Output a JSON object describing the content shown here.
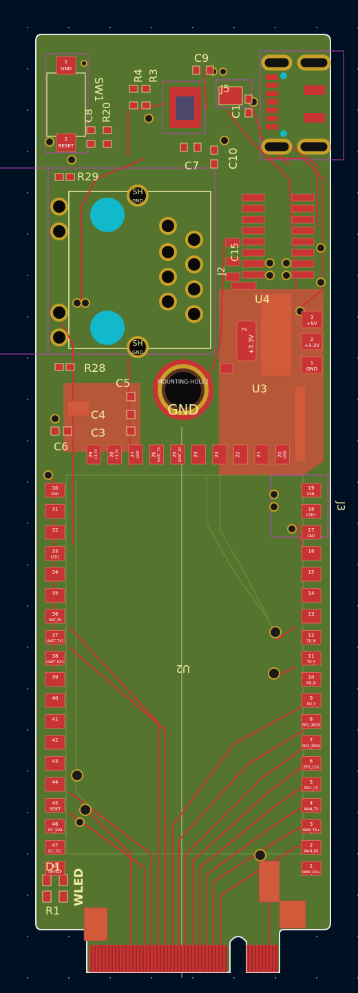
{
  "colors": {
    "background": "#001023",
    "board": "#55752e",
    "copper_fill": "#c8523a",
    "trace": "#c83434",
    "pad": "#c83434",
    "silkscreen": "#f2eda1",
    "via_ring": "#c8a02a",
    "courtyard": "#c040c0",
    "edge": "#e8e8e8",
    "cyan_hole": "#12b8cc"
  },
  "refdes": {
    "sw1": "SW1",
    "c8": "C8",
    "r20": "R20",
    "r4": "R4",
    "r3": "R3",
    "c9": "C9",
    "j5": "J5",
    "c1": "C1",
    "c7": "C7",
    "c10": "C10",
    "r29": "R29",
    "r28": "R28",
    "c5": "C5",
    "c4": "C4",
    "c3": "C3",
    "c6": "C6",
    "u4": "U4",
    "u3": "U3",
    "j2": "J2",
    "c15": "C15",
    "u2": "U2",
    "j3": "J3",
    "d1": "D1",
    "r1": "R1",
    "wled": "WLED",
    "mounting_hole_label": "MOUNTING-HOLE2",
    "mounting_hole_net": "GND",
    "sh_top": "SH",
    "sh_bottom": "SH",
    "gnd_small": "GND"
  },
  "sw1_pads": [
    {
      "num": "1",
      "net": "GND"
    },
    {
      "num": "2",
      "net": "RESET"
    }
  ],
  "power_pads": [
    {
      "num": "3",
      "net": "+5V"
    },
    {
      "num": "2",
      "net": "+3.3V"
    },
    {
      "num": "1",
      "net": "GND"
    }
  ],
  "u3_big_pad": {
    "num": "2",
    "net": "+3.3V"
  },
  "top_row_pads": [
    {
      "num": "29",
      "net": "+3.3V"
    },
    {
      "num": "28",
      "net": "+3.3V"
    },
    {
      "num": "27",
      "net": "GND"
    },
    {
      "num": "26",
      "net": "UART_TX"
    },
    {
      "num": "25",
      "net": "UART_RX"
    },
    {
      "num": "24",
      "net": ""
    },
    {
      "num": "23",
      "net": ""
    },
    {
      "num": "22",
      "net": ""
    },
    {
      "num": "21",
      "net": ""
    },
    {
      "num": "20",
      "net": "GND"
    }
  ],
  "left_pads": [
    {
      "num": "30",
      "net": "GND"
    },
    {
      "num": "31",
      "net": ""
    },
    {
      "num": "32",
      "net": ""
    },
    {
      "num": "33",
      "net": "LED1"
    },
    {
      "num": "34",
      "net": ""
    },
    {
      "num": "35",
      "net": ""
    },
    {
      "num": "36",
      "net": "BAT_IN"
    },
    {
      "num": "37",
      "net": "UART_TX1"
    },
    {
      "num": "38",
      "net": "UART_RX1"
    },
    {
      "num": "39",
      "net": ""
    },
    {
      "num": "40",
      "net": ""
    },
    {
      "num": "41",
      "net": ""
    },
    {
      "num": "42",
      "net": ""
    },
    {
      "num": "43",
      "net": ""
    },
    {
      "num": "44",
      "net": ""
    },
    {
      "num": "45",
      "net": "RESET"
    },
    {
      "num": "46",
      "net": "I2C_SDA"
    },
    {
      "num": "47",
      "net": "I2C_SCL"
    },
    {
      "num": "48",
      "net": "DEVSLP"
    }
  ],
  "right_pads": [
    {
      "num": "19",
      "net": "USB-"
    },
    {
      "num": "18",
      "net": "USB+"
    },
    {
      "num": "17",
      "net": "GND"
    },
    {
      "num": "16",
      "net": ""
    },
    {
      "num": "15",
      "net": ""
    },
    {
      "num": "14",
      "net": ""
    },
    {
      "num": "13",
      "net": ""
    },
    {
      "num": "12",
      "net": "TD_N"
    },
    {
      "num": "11",
      "net": "TD_P"
    },
    {
      "num": "10",
      "net": "RD_N"
    },
    {
      "num": "9",
      "net": "RD_P"
    },
    {
      "num": "8",
      "net": "SPI1_MOSI"
    },
    {
      "num": "7",
      "net": "SPI1_MISO"
    },
    {
      "num": "6",
      "net": "SPI1_CLK"
    },
    {
      "num": "5",
      "net": "SPI1_CS"
    },
    {
      "num": "4",
      "net": "WAN_TX"
    },
    {
      "num": "3",
      "net": "WAN_TX+"
    },
    {
      "num": "2",
      "net": "WAN_RX"
    },
    {
      "num": "1",
      "net": "WAN_RX+"
    }
  ]
}
